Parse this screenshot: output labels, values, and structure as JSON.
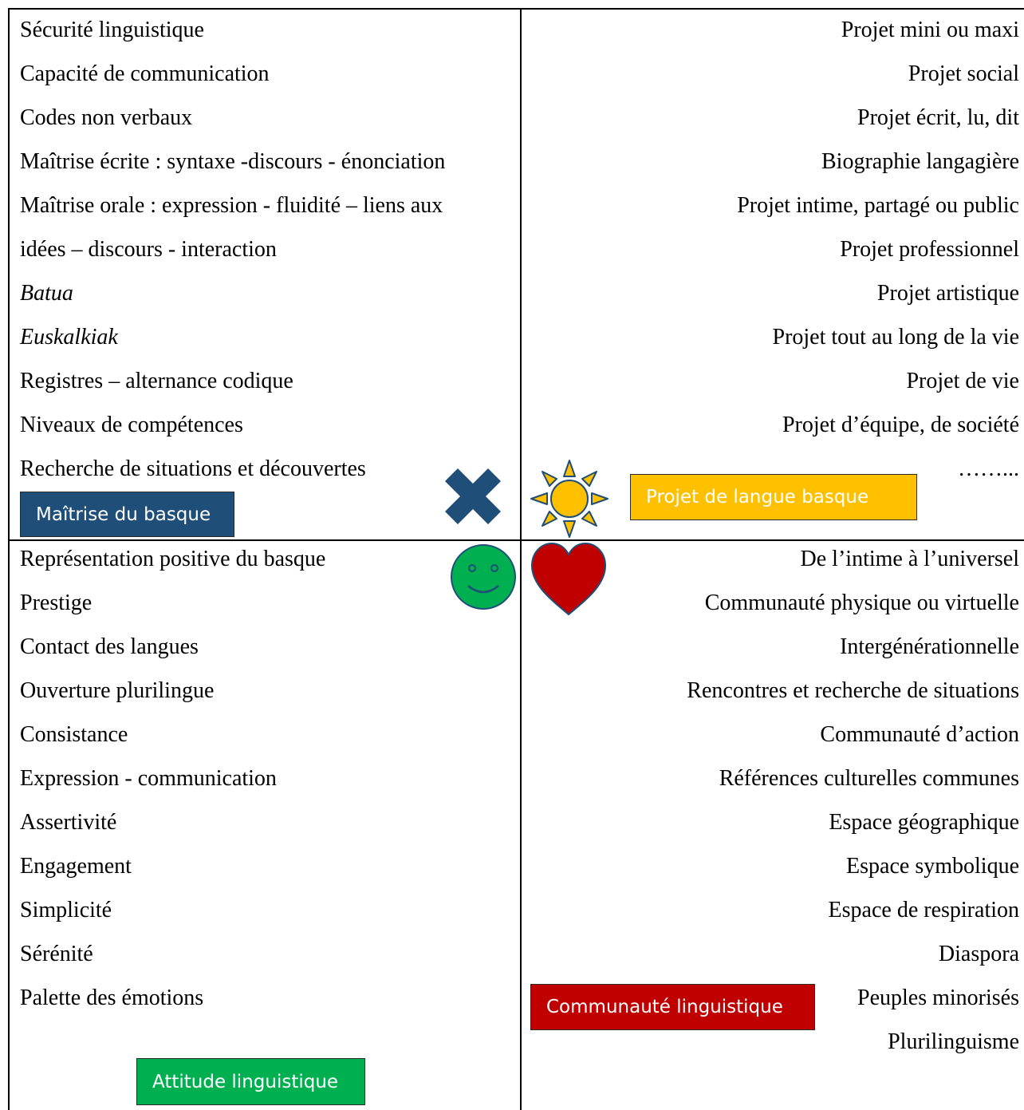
{
  "quadrants": {
    "maitrise": {
      "items": [
        "Sécurité linguistique",
        "Capacité de communication",
        "Codes non verbaux",
        "Maîtrise écrite : syntaxe -discours - énonciation",
        "Maîtrise orale : expression - fluidité – liens aux",
        "idées – discours - interaction",
        "Batua",
        "Euskalkiak",
        "Registres – alternance codique",
        "Niveaux de compétences",
        "Recherche de situations et découvertes"
      ],
      "label": "Maîtrise du basque",
      "color": "#1f4e79",
      "icon": "cross-icon"
    },
    "projet": {
      "items": [
        "Projet mini ou maxi",
        "Projet social",
        "Projet écrit, lu, dit",
        "Biographie langagière",
        "Projet intime, partagé ou public",
        "Projet professionnel",
        "Projet artistique",
        "Projet tout au long de la vie",
        "Projet de vie",
        "Projet d’équipe, de société",
        "……..."
      ],
      "label": "Projet de langue basque",
      "color": "#ffc000",
      "icon": "sun-icon"
    },
    "attitude": {
      "items": [
        "Représentation positive du basque",
        "Prestige",
        "Contact des langues",
        "Ouverture plurilingue",
        "Consistance",
        "Expression - communication",
        "Assertivité",
        "Engagement",
        "Simplicité",
        "Sérénité",
        "Palette des émotions"
      ],
      "label": "Attitude linguistique",
      "color": "#00b050",
      "icon": "smiley-icon"
    },
    "communaute": {
      "items": [
        "De l’intime à l’universel",
        "Communauté physique ou virtuelle",
        "Intergénérationnelle",
        "Rencontres et recherche de situations",
        "Communauté d’action",
        "Références culturelles communes",
        "Espace géographique",
        "Espace symbolique",
        "Espace de respiration",
        "Diaspora",
        "Peuples minorisés",
        "Plurilinguisme"
      ],
      "label": "Communauté linguistique",
      "color": "#c00000",
      "icon": "heart-icon"
    }
  }
}
